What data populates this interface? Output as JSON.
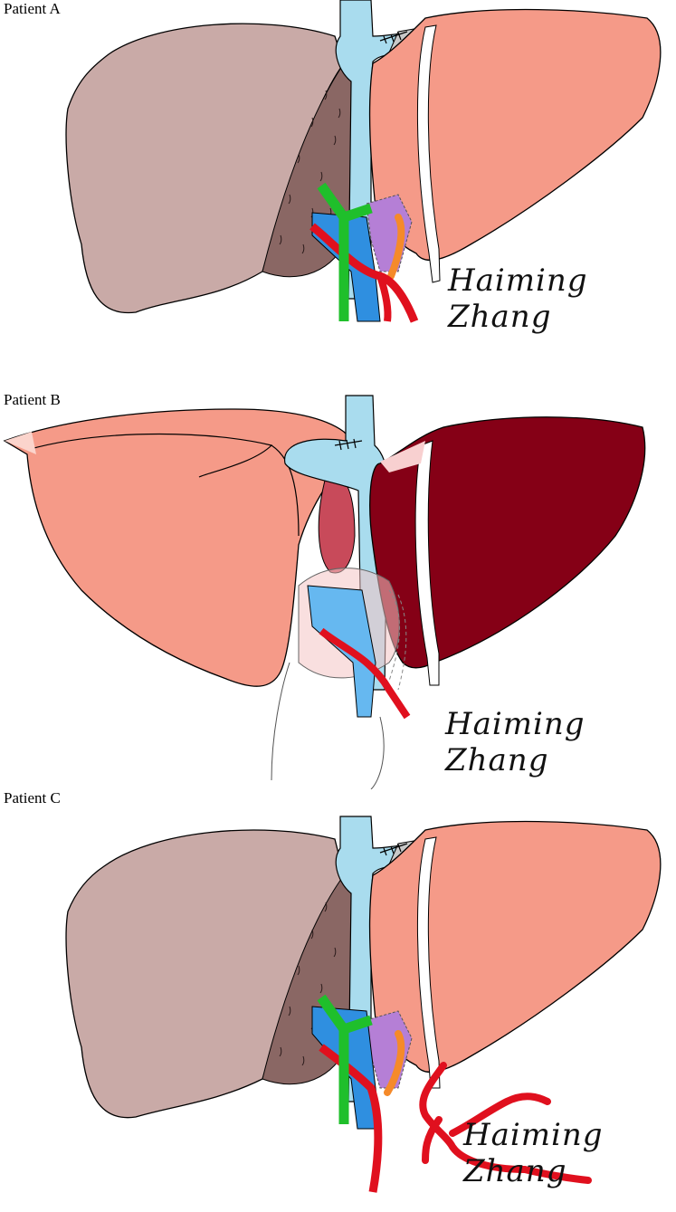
{
  "panels": [
    {
      "id": "a",
      "label": "Patient A",
      "signature": "Haiming Zhang"
    },
    {
      "id": "b",
      "label": "Patient B",
      "signature": "Haiming Zhang"
    },
    {
      "id": "c",
      "label": "Patient C",
      "signature": "Haiming Zhang"
    }
  ],
  "colors": {
    "native_liver": "#c9aaa7",
    "native_cut_surface": "#8a6764",
    "graft_liver": "#f59a88",
    "congested_graft": "#850016",
    "vena_cava": "#a9dcee",
    "portal_vein": "#2f8fe0",
    "hepatic_artery": "#e0101e",
    "bile_duct": "#1fbf2b",
    "reconstruction_patch": "#b57fd6",
    "orange_vessel": "#f58a2a",
    "ligament": "#c8c8c8"
  }
}
